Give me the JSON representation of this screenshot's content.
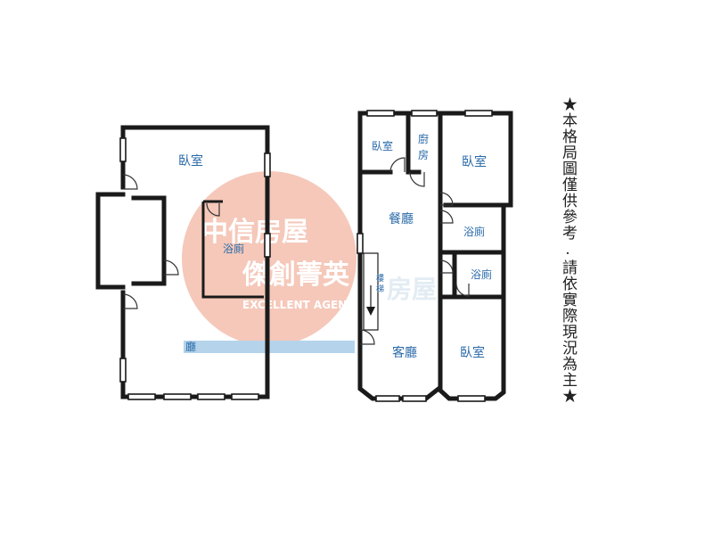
{
  "rooms": {
    "left": {
      "bedroom": "臥室",
      "bath": "浴廁",
      "hall": "廳"
    },
    "right": {
      "bedroom_small": "臥室",
      "kitchen": "廚房",
      "bedroom_top": "臥室",
      "dining": "餐廳",
      "bath_1": "浴廁",
      "bath_2": "浴廁",
      "stairs": "樓梯",
      "living": "客廳",
      "bedroom_bottom": "臥室"
    }
  },
  "watermark": {
    "line1": "中信房屋",
    "line2": "傑創菁英",
    "line2_suffix": "房屋",
    "line3": "EXCELLENT AGENT",
    "colors": {
      "circle": "#f2b8a8",
      "band": "#a9cde8",
      "text": "#ffffff"
    }
  },
  "notice": "★本格局圖僅供參考.請依實際現況為主★",
  "colors": {
    "wall": "#1a1a1a",
    "label": "#2a6aa8"
  }
}
